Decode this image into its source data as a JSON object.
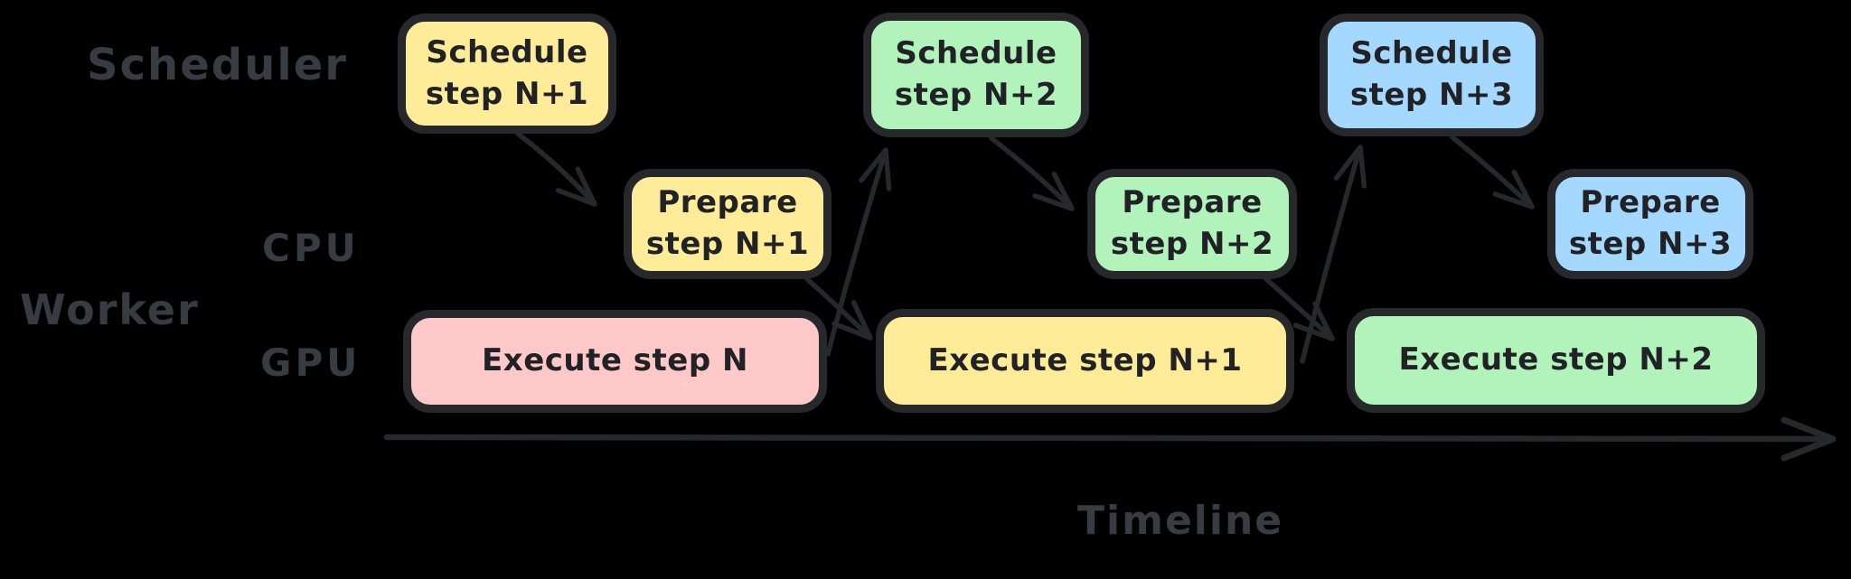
{
  "labels": {
    "scheduler": "Scheduler",
    "worker": "Worker",
    "cpu": "CPU",
    "gpu": "GPU",
    "timeline": "Timeline"
  },
  "nodes": [
    {
      "id": "schedule-step-n+1",
      "line1": "Schedule",
      "line2": "step N+1",
      "row": "scheduler",
      "fill": "#ffec99",
      "color_name": "yellow"
    },
    {
      "id": "prepare-step-n+1",
      "line1": "Prepare",
      "line2": "step N+1",
      "row": "cpu",
      "fill": "#ffec99",
      "color_name": "yellow"
    },
    {
      "id": "execute-step-n",
      "line1": "Execute step N",
      "line2": "",
      "row": "gpu",
      "fill": "#ffc9c9",
      "color_name": "red"
    },
    {
      "id": "schedule-step-n+2",
      "line1": "Schedule",
      "line2": "step N+2",
      "row": "scheduler",
      "fill": "#b2f2bb",
      "color_name": "green"
    },
    {
      "id": "prepare-step-n+2",
      "line1": "Prepare",
      "line2": "step N+2",
      "row": "cpu",
      "fill": "#b2f2bb",
      "color_name": "green"
    },
    {
      "id": "execute-step-n+1",
      "line1": "Execute step N+1",
      "line2": "",
      "row": "gpu",
      "fill": "#ffec99",
      "color_name": "yellow"
    },
    {
      "id": "schedule-step-n+3",
      "line1": "Schedule",
      "line2": "step N+3",
      "row": "scheduler",
      "fill": "#a5d8ff",
      "color_name": "blue"
    },
    {
      "id": "prepare-step-n+3",
      "line1": "Prepare",
      "line2": "step N+3",
      "row": "cpu",
      "fill": "#a5d8ff",
      "color_name": "blue"
    },
    {
      "id": "execute-step-n+2",
      "line1": "Execute step N+2",
      "line2": "",
      "row": "gpu",
      "fill": "#b2f2bb",
      "color_name": "green"
    }
  ],
  "arrows": [
    {
      "from": "schedule-step-n+1",
      "to": "prepare-step-n+1"
    },
    {
      "from": "prepare-step-n+1",
      "to": "execute-step-n+1"
    },
    {
      "from": "execute-step-n",
      "to": "schedule-step-n+2"
    },
    {
      "from": "schedule-step-n+2",
      "to": "prepare-step-n+2"
    },
    {
      "from": "prepare-step-n+2",
      "to": "execute-step-n+2"
    },
    {
      "from": "execute-step-n+1",
      "to": "schedule-step-n+3"
    },
    {
      "from": "schedule-step-n+3",
      "to": "prepare-step-n+3"
    },
    {
      "from": "timeline-axis-start",
      "to": "timeline-axis-end"
    }
  ],
  "colors": {
    "background": "#000000",
    "stroke": "#26282b",
    "node_text": "#212225",
    "row_label_text": "#363c42",
    "yellow": "#ffec99",
    "red": "#ffc9c9",
    "green": "#b2f2bb",
    "blue": "#a5d8ff"
  }
}
